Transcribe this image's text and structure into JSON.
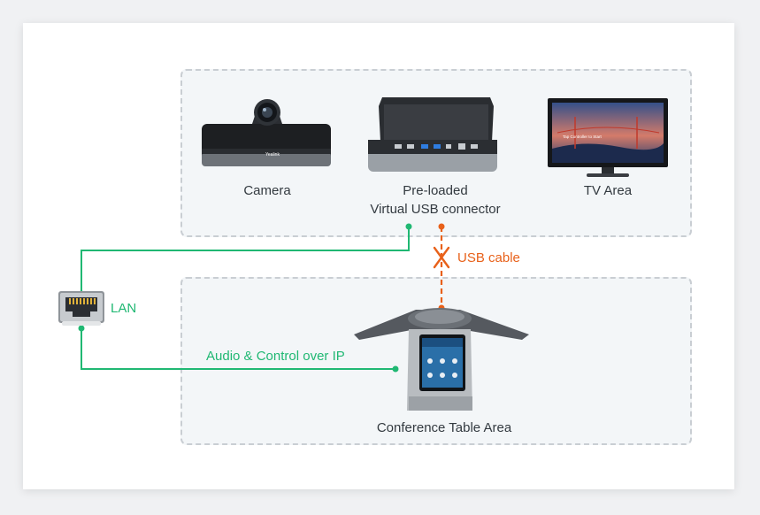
{
  "devices": {
    "camera": {
      "label": "Camera",
      "brand": "Yealink"
    },
    "dock": {
      "label_line1": "Pre-loaded",
      "label_line2": "Virtual USB  connector"
    },
    "tv": {
      "label": "TV Area",
      "screen_text": "Tap Controller to Start"
    },
    "phone": {
      "label": "Conference Table Area"
    },
    "lan": {
      "label": "LAN"
    }
  },
  "connections": {
    "usb_cable": "USB cable",
    "audio_control": "Audio & Control over IP"
  },
  "colors": {
    "lan_line": "#20b873",
    "usb_line": "#e8611a",
    "zone_border": "#c9ced3"
  }
}
